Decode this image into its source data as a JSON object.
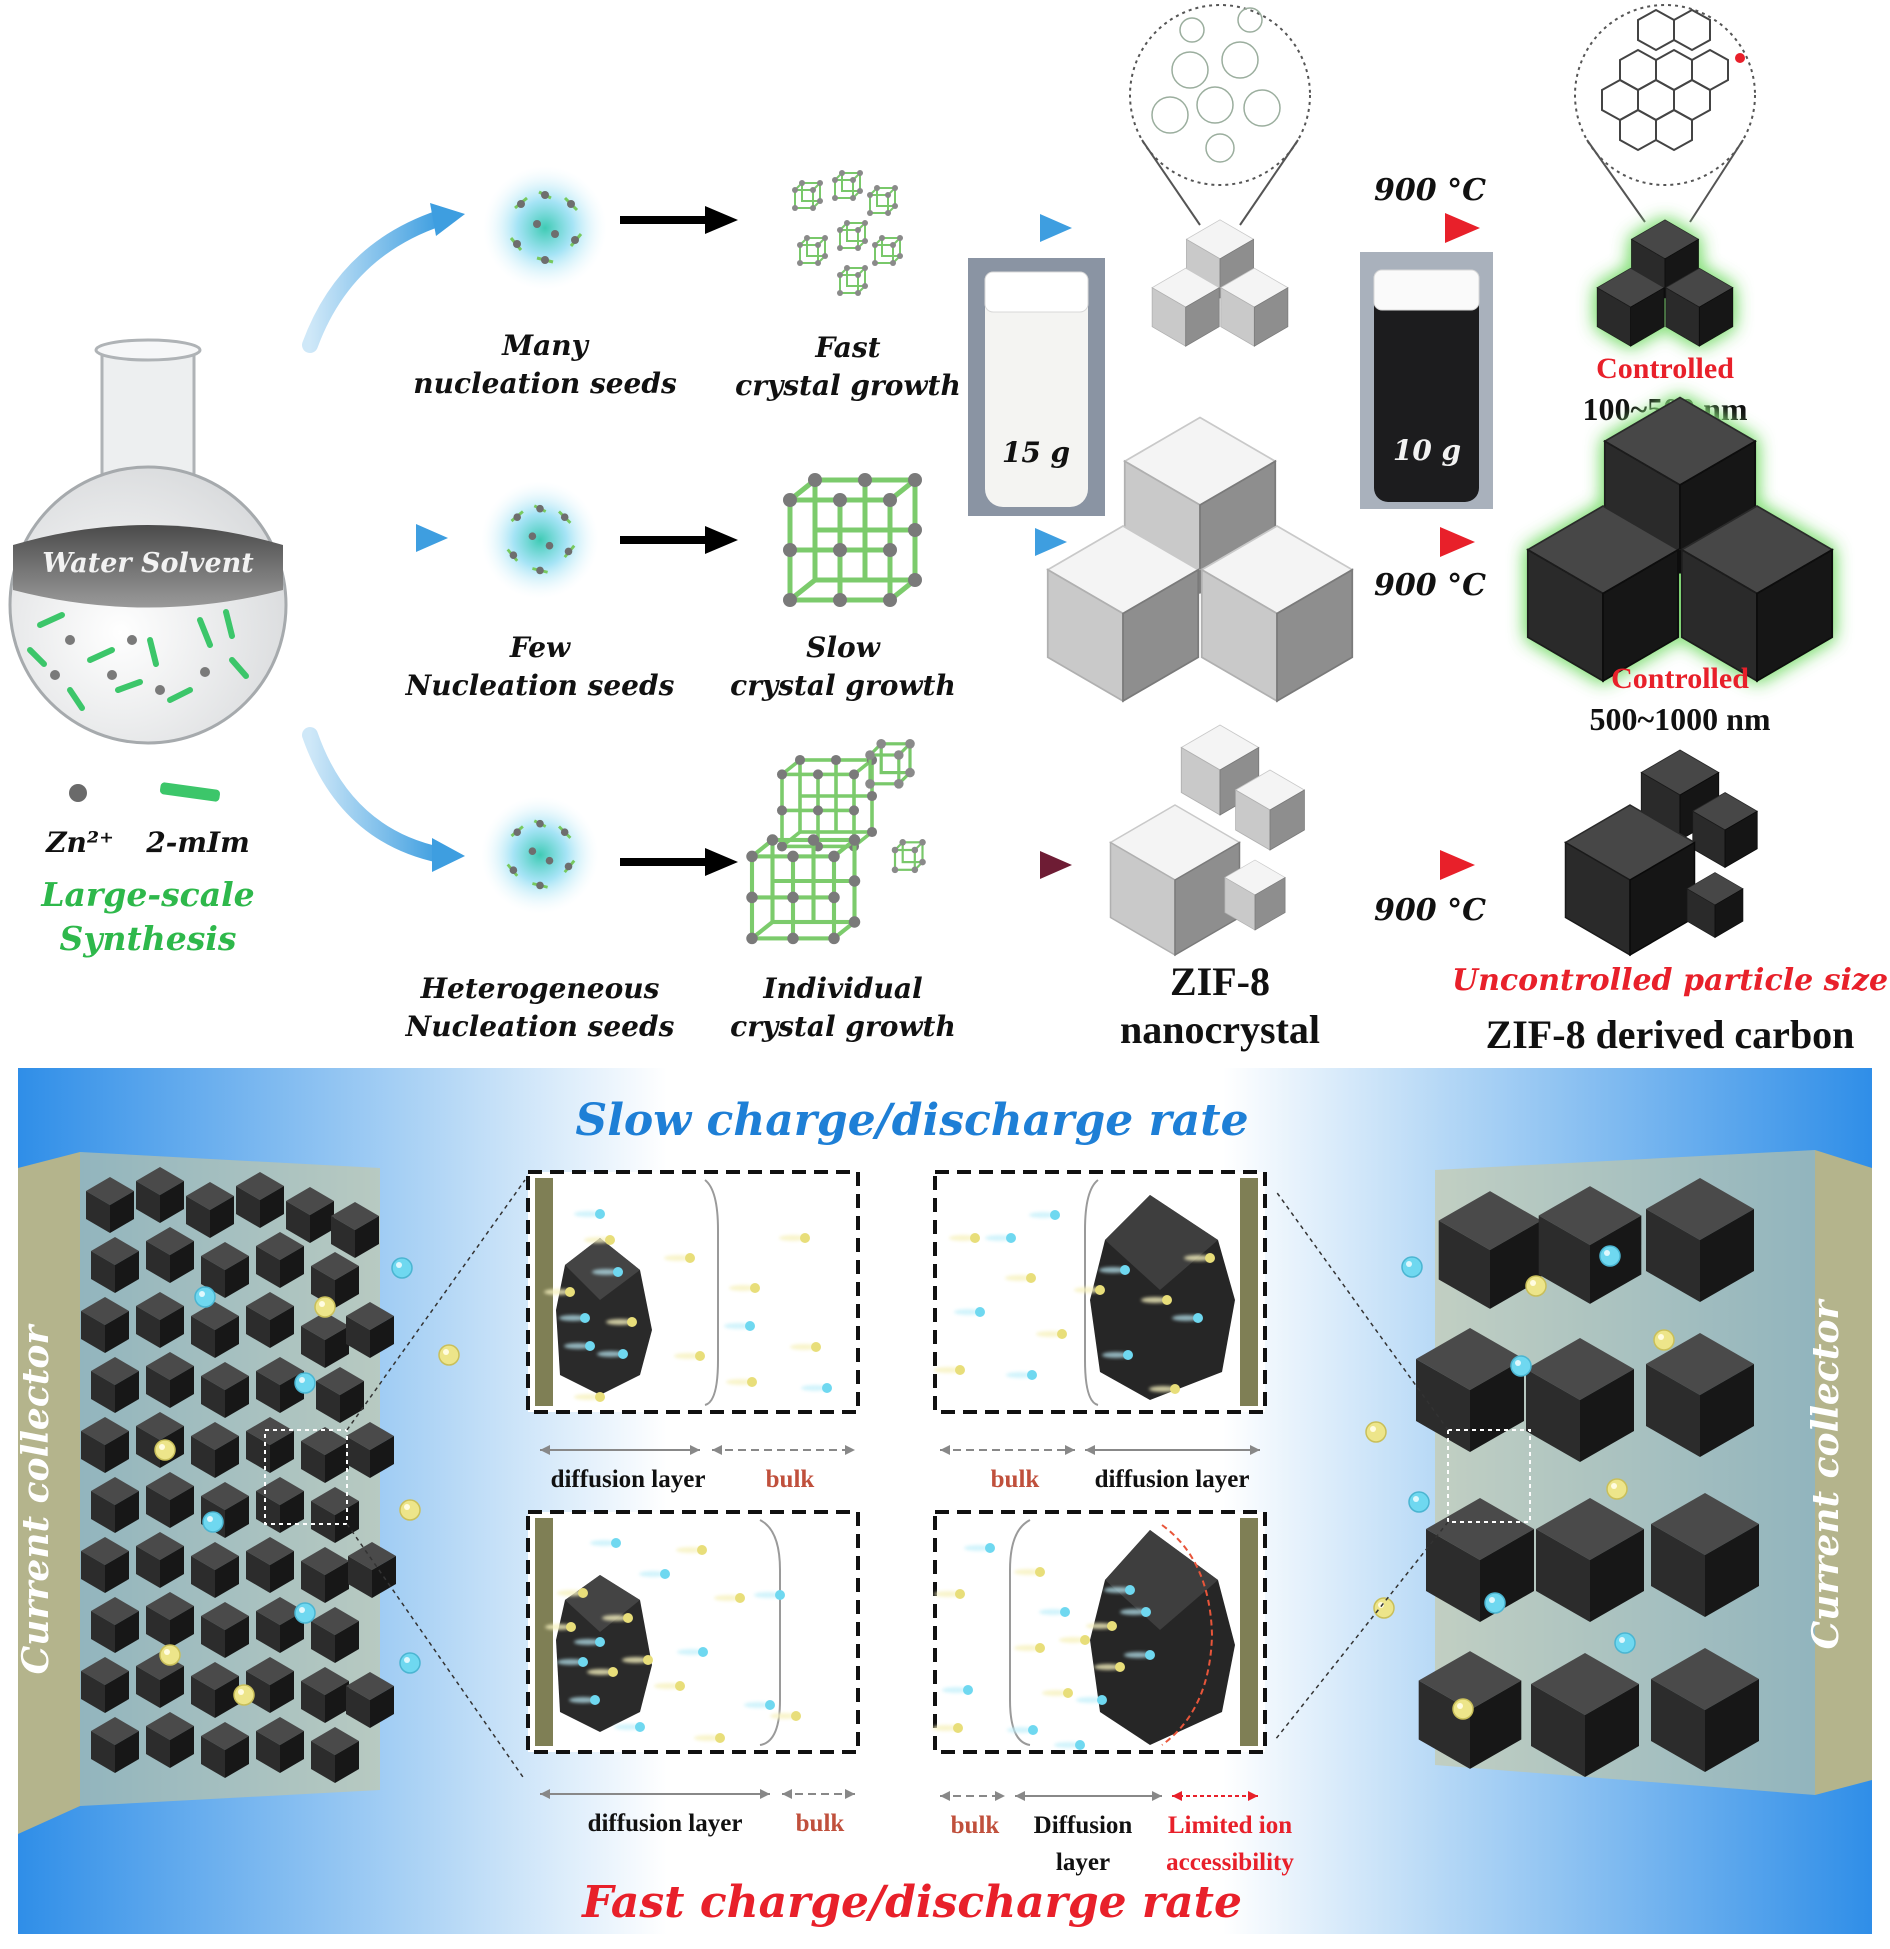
{
  "synthesis": {
    "flask_label": "Water Solvent",
    "zn_label": "Zn²⁺",
    "mim_label": "2-mIm",
    "scale_line1": "Large-scale",
    "scale_line2": "Synthesis"
  },
  "routes": [
    {
      "seed_line1": "Many",
      "seed_line2": "nucleation seeds",
      "growth_line1": "Fast",
      "growth_line2": "crystal growth"
    },
    {
      "seed_line1": "Few",
      "seed_line2": "Nucleation seeds",
      "growth_line1": "Slow",
      "growth_line2": "crystal growth"
    },
    {
      "seed_line1": "Heterogeneous",
      "seed_line2": "Nucleation seeds",
      "growth_line1": "Individual",
      "growth_line2": "crystal growth"
    }
  ],
  "bottles": {
    "white_mass": "15 g",
    "black_mass": "10 g"
  },
  "temps": {
    "t1": "900 °C",
    "t2": "900 °C",
    "t3": "900 °C"
  },
  "results": {
    "r1_status": "Controlled",
    "r1_size": "100~500 nm",
    "r2_status": "Controlled",
    "r2_size": "500~1000 nm",
    "r3_status": "Uncontrolled particle size"
  },
  "column_labels": {
    "zif_line1": "ZIF-8",
    "zif_line2": "nanocrystal",
    "carbon": "ZIF-8 derived carbon"
  },
  "electrode": {
    "slow_title": "Slow charge/discharge rate",
    "fast_title": "Fast charge/discharge rate",
    "collector_left": "Current collector",
    "collector_right": "Current collector",
    "p1_diffusion": "diffusion layer",
    "p1_bulk": "bulk",
    "p2_bulk": "bulk",
    "p2_diffusion": "diffusion layer",
    "p3_diffusion": "diffusion layer",
    "p3_bulk": "bulk",
    "p4_bulk": "bulk",
    "p4_diffusion_line1": "Diffusion",
    "p4_diffusion_line2": "layer",
    "p4_limited_line1": "Limited ion",
    "p4_limited_line2": "accessibility"
  },
  "colors": {
    "blue_arrow": "#5AAEE6",
    "red_arrow": "#E8202A",
    "green_text": "#2EB84B",
    "red_text": "#E8202A",
    "slow_title": "#1E7FD6",
    "panel_blue": "#2F8EE8",
    "collector": "#B4B48C",
    "ion_cyan": "#6FD8F0",
    "ion_yellow": "#EDE58A"
  }
}
